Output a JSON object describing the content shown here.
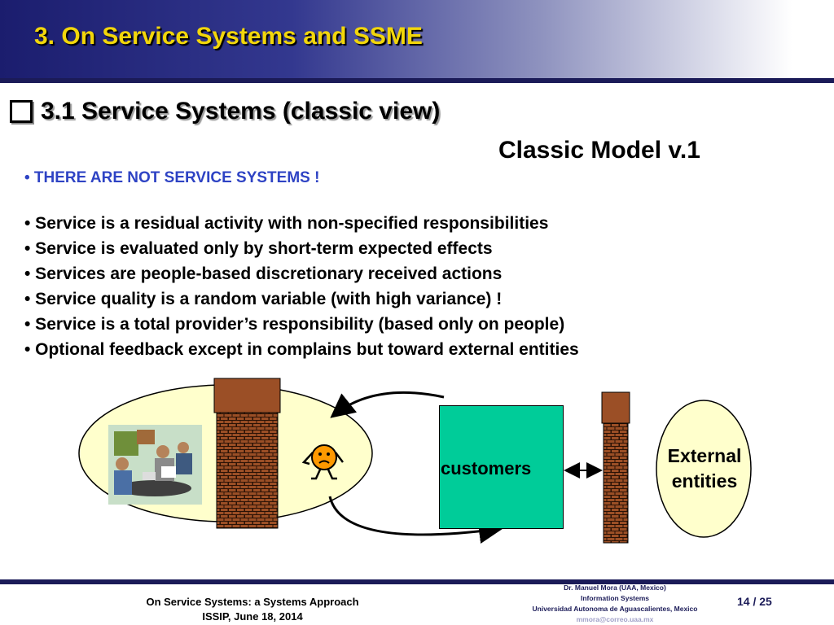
{
  "header": {
    "title": "3. On Service Systems and SSME"
  },
  "section": {
    "heading": "3.1 Service Systems (classic view)"
  },
  "model": {
    "title": "Classic Model v.1"
  },
  "bullets": [
    "• THERE ARE NOT SERVICE SYSTEMS !",
    "• Service is a residual activity with non-specified responsibilities",
    "• Service is evaluated only by short-term expected effects",
    "• Services are people-based discretionary received actions",
    "• Service quality is a random variable (with high variance) !",
    "• Service is a total provider’s responsibility (based only on people)",
    "• Optional feedback except in complains but toward external entities"
  ],
  "diagram": {
    "customers_label": "customers",
    "external_line1": "External",
    "external_line2": "entities",
    "colors": {
      "customers_fill": "#00cc99",
      "ellipse_fill": "#ffffcc",
      "wall_fill": "#9b4f26"
    }
  },
  "footer": {
    "left_line1": "On Service Systems: a Systems Approach",
    "left_line2": "ISSIP, June 18, 2014",
    "author": "Dr. Manuel  Mora (UAA, Mexico)",
    "dept": "Information Systems",
    "university": "Universidad Autonoma de Aguascalientes, Mexico",
    "email": "mmora@correo.uaa.mx",
    "page": "14 / 25"
  }
}
